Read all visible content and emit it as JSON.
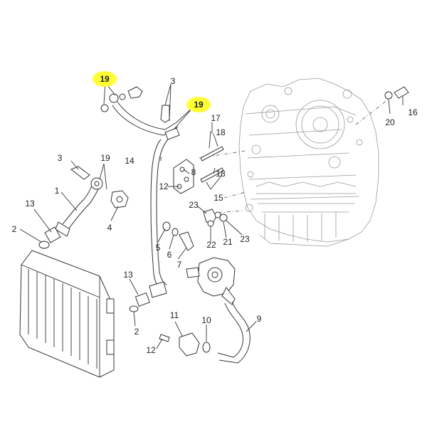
{
  "highlight_color": "#ffff33",
  "callouts": [
    {
      "id": "c19a",
      "text": "19",
      "highlight": true
    },
    {
      "id": "c3a",
      "text": "3"
    },
    {
      "id": "c19b",
      "text": "19",
      "highlight": true
    },
    {
      "id": "c17",
      "text": "17"
    },
    {
      "id": "c18a",
      "text": "18"
    },
    {
      "id": "c16",
      "text": "16"
    },
    {
      "id": "c20",
      "text": "20"
    },
    {
      "id": "c3b",
      "text": "3"
    },
    {
      "id": "c19c",
      "text": "19"
    },
    {
      "id": "c14",
      "text": "14"
    },
    {
      "id": "c8",
      "text": "8"
    },
    {
      "id": "c12a",
      "text": "12"
    },
    {
      "id": "c18b",
      "text": "18"
    },
    {
      "id": "c15",
      "text": "15"
    },
    {
      "id": "c1",
      "text": "1"
    },
    {
      "id": "c13a",
      "text": "13"
    },
    {
      "id": "c4",
      "text": "4"
    },
    {
      "id": "c23a",
      "text": "23"
    },
    {
      "id": "c2a",
      "text": "2"
    },
    {
      "id": "c5",
      "text": "5"
    },
    {
      "id": "c6",
      "text": "6"
    },
    {
      "id": "c7",
      "text": "7"
    },
    {
      "id": "c22",
      "text": "22"
    },
    {
      "id": "c21",
      "text": "21"
    },
    {
      "id": "c23b",
      "text": "23"
    },
    {
      "id": "c13b",
      "text": "13"
    },
    {
      "id": "c2b",
      "text": "2"
    },
    {
      "id": "c11",
      "text": "11"
    },
    {
      "id": "c10",
      "text": "10"
    },
    {
      "id": "c9",
      "text": "9"
    },
    {
      "id": "c12b",
      "text": "12"
    }
  ]
}
